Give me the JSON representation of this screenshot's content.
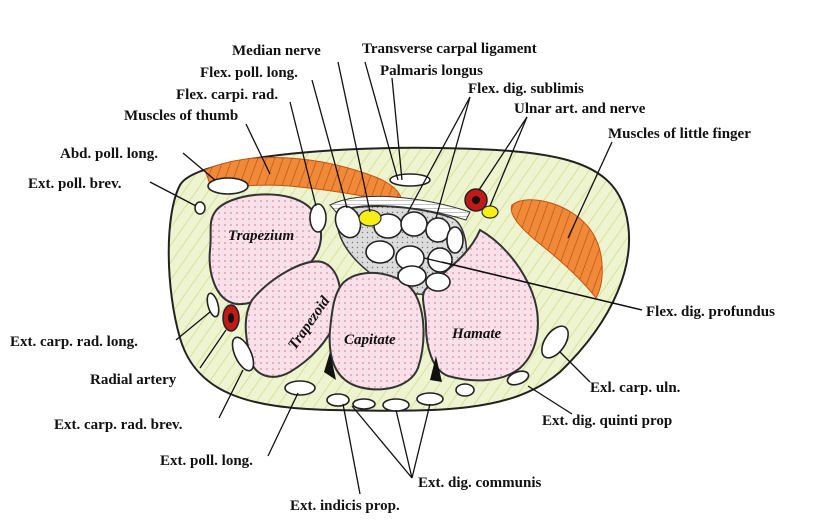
{
  "colors": {
    "tissue": "#e6efc0",
    "bone": "#f6dbe3",
    "muscle": "#e36a1c",
    "artery": "#c21818",
    "nerve": "#f7ee15",
    "sheath": "#d8d8d8",
    "tendon": "#ffffff"
  },
  "bones": {
    "trapezium": "Trapezium",
    "trapezoid": "Trapezoid",
    "capitate": "Capitate",
    "hamate": "Hamate"
  },
  "labels": {
    "median_nerve": "Median nerve",
    "transverse_carpal_ligament": "Transverse carpal ligament",
    "flex_poll_long": "Flex. poll. long.",
    "palmaris_longus": "Palmaris longus",
    "flex_carpi_rad": "Flex. carpi. rad.",
    "flex_dig_sublimis": "Flex. dig. sublimis",
    "ulnar_art_nerve": "Ulnar art. and nerve",
    "muscles_of_thumb": "Muscles of thumb",
    "muscles_of_little_finger": "Muscles of little finger",
    "abd_poll_long": "Abd. poll. long.",
    "ext_poll_brev": "Ext. poll. brev.",
    "flex_dig_profundus": "Flex. dig. profundus",
    "ext_carp_rad_long": "Ext. carp. rad. long.",
    "radial_artery": "Radial artery",
    "exl_carp_uln": "Exl. carp. uln.",
    "ext_carp_rad_brev": "Ext. carp. rad. brev.",
    "ext_dig_quinti_prop": "Ext. dig. quinti prop",
    "ext_poll_long_back": "Ext. poll. long.",
    "ext_dig_communis": "Ext. dig. communis",
    "ext_indicis_prop": "Ext. indicis prop."
  }
}
